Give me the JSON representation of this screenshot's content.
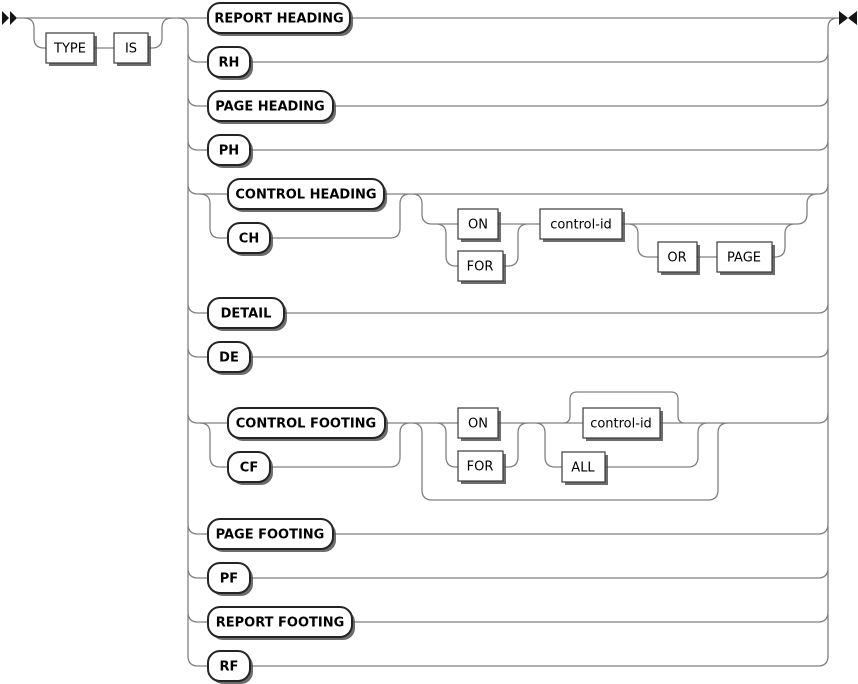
{
  "diagram": {
    "kind": "railroad-syntax-diagram",
    "start_marker": "start-arrows",
    "end_marker": "end-arrows"
  },
  "nodes": {
    "type_kw": "TYPE",
    "is_kw": "IS",
    "report_heading": "REPORT HEADING",
    "rh": "RH",
    "page_heading": "PAGE HEADING",
    "ph": "PH",
    "control_heading": "CONTROL HEADING",
    "ch": "CH",
    "on_1": "ON",
    "for_1": "FOR",
    "control_id_1": "control-id",
    "or_kw": "OR",
    "page_kw": "PAGE",
    "detail": "DETAIL",
    "de": "DE",
    "control_footing": "CONTROL FOOTING",
    "cf": "CF",
    "on_2": "ON",
    "for_2": "FOR",
    "control_id_2": "control-id",
    "all_kw": "ALL",
    "page_footing": "PAGE FOOTING",
    "pf": "PF",
    "report_footing": "REPORT FOOTING",
    "rf": "RF"
  },
  "colors": {
    "background": "#ffffff",
    "line": "#808080",
    "box_border": "#242424",
    "term_border": "#3a3a3a",
    "box_fill": "#ffffff",
    "shadow": "#4d4d4d",
    "text": "#000000"
  }
}
